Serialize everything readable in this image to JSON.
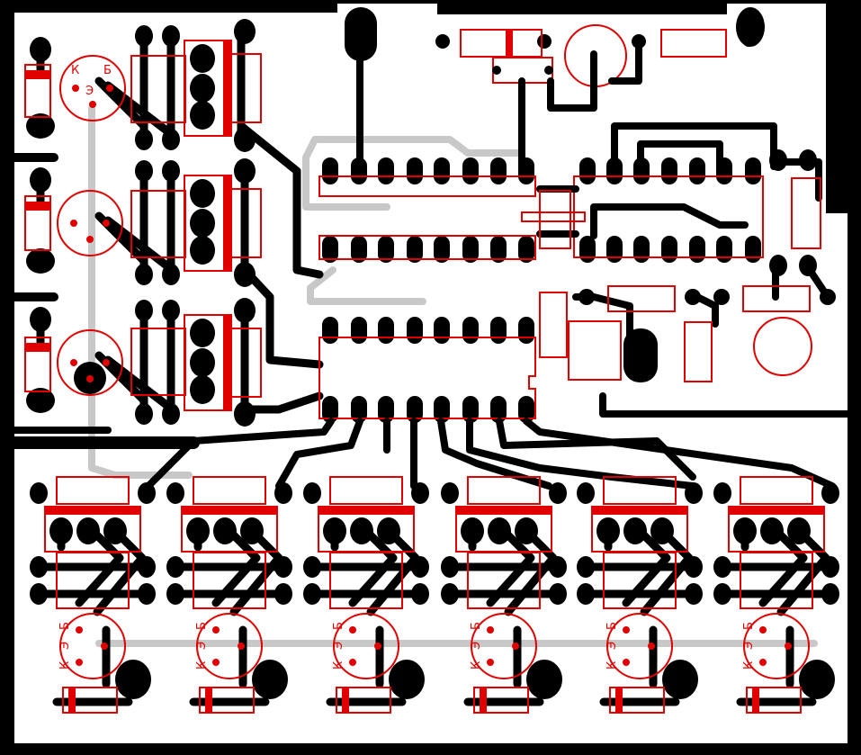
{
  "colors": {
    "board": "#ffffff",
    "copper": "#000000",
    "silkscreen": "#e00000",
    "jumper": "#c8c8c8"
  },
  "transistor_labels": {
    "collector": "К",
    "base": "Б",
    "emitter": "Э"
  }
}
